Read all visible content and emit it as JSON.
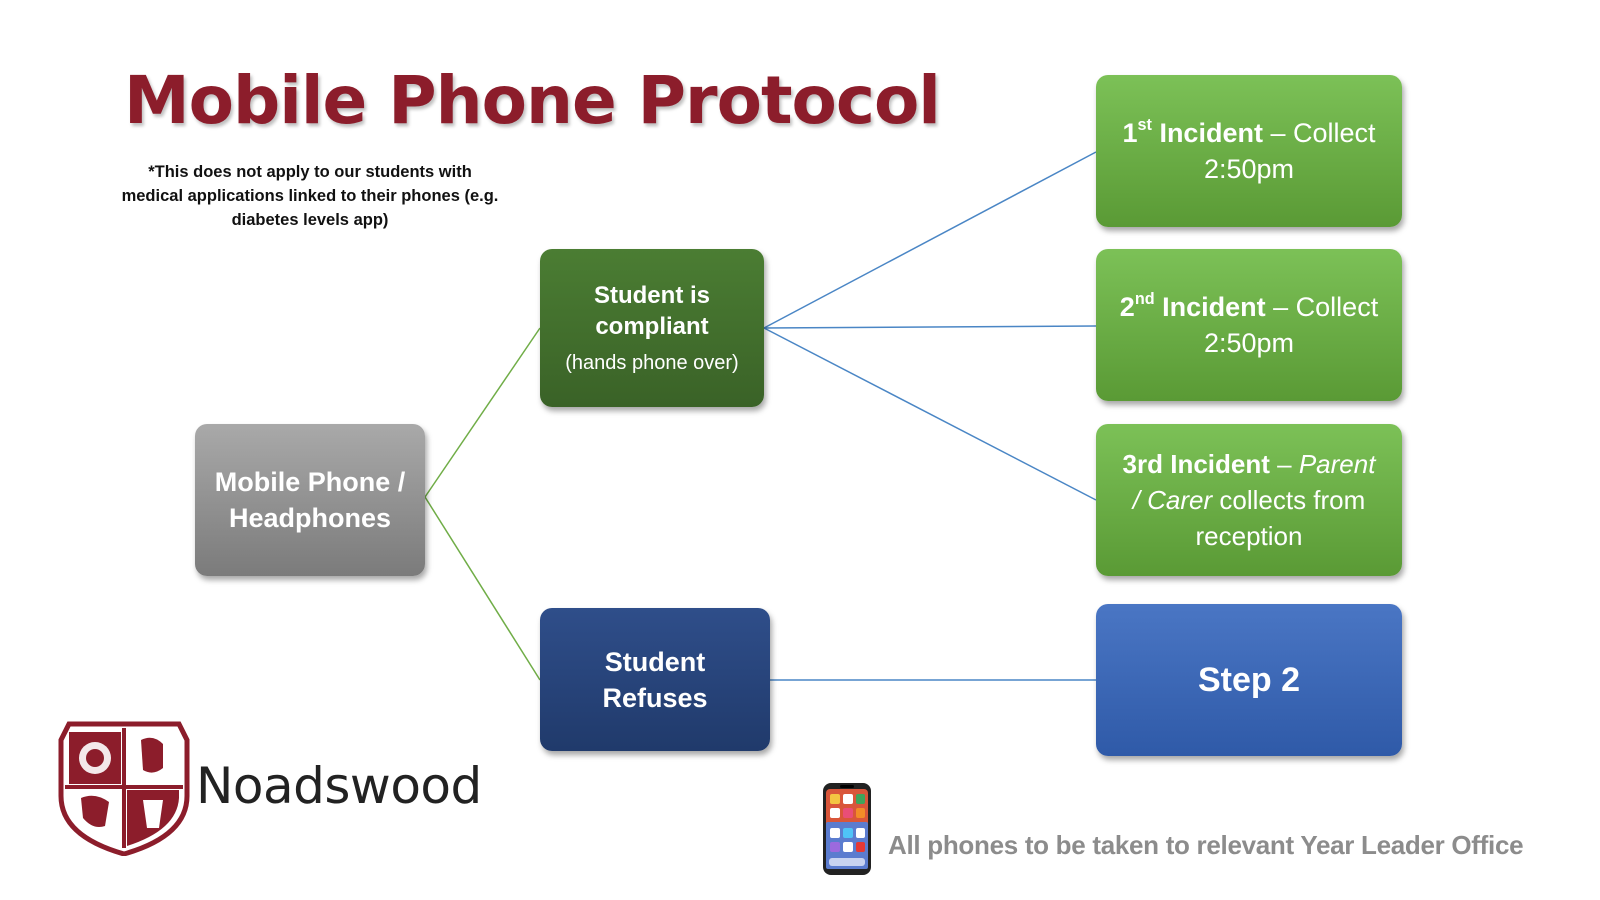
{
  "title": "Mobile Phone Protocol",
  "note": "*This does not apply to our students with medical applications linked to their phones (e.g. diabetes levels app)",
  "nodes": {
    "start": {
      "line1": "Mobile Phone /",
      "line2": "Headphones"
    },
    "compliant": {
      "line1": "Student is",
      "line2": "compliant",
      "sub": "(hands phone over)"
    },
    "refuses": {
      "line1": "Student",
      "line2": "Refuses"
    },
    "incident1": {
      "num": "1",
      "sup": "st",
      "label": "Incident",
      "dash": " – Collect",
      "time": "2:50pm"
    },
    "incident2": {
      "num": "2",
      "sup": "nd",
      "label": "Incident",
      "dash": " – Collect",
      "time": "2:50pm"
    },
    "incident3": {
      "label": "3rd Incident",
      "dash": " – ",
      "parent": "Parent",
      "carer": "/ Carer",
      "collects": " collects from",
      "reception": "reception"
    },
    "step2": {
      "label": "Step 2"
    }
  },
  "brand": "Noadswood",
  "footer": "All phones to be taken to relevant Year Leader Office",
  "colors": {
    "title": "#8c1d2b",
    "grey_box": "#8a8a8a",
    "dark_green_box": "#3e6a2b",
    "green_box": "#6aad45",
    "navy_box": "#24407a",
    "blue_box": "#3a66b8",
    "connector_green": "#70ad47",
    "connector_blue": "#4a86c5"
  }
}
